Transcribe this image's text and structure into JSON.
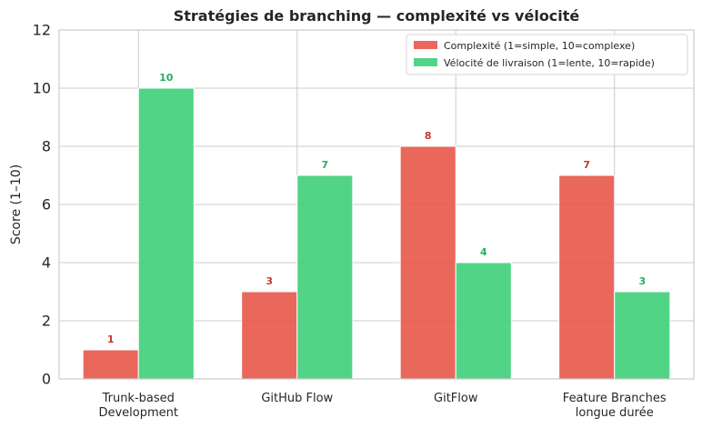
{
  "chart_data": {
    "type": "bar",
    "title": "Stratégies de branching — complexité vs vélocité",
    "xlabel": "",
    "ylabel": "Score (1–10)",
    "ylim": [
      0,
      12
    ],
    "yticks": [
      0,
      2,
      4,
      6,
      8,
      10,
      12
    ],
    "grid": true,
    "legend_position": "top-right",
    "categories": [
      [
        "Trunk-based",
        "Development"
      ],
      [
        "GitHub Flow"
      ],
      [
        "GitFlow"
      ],
      [
        "Feature Branches",
        "longue durée"
      ]
    ],
    "series": [
      {
        "name": "Complexité (1=simple, 10=complexe)",
        "values": [
          1,
          3,
          8,
          7
        ],
        "color": "#e8574a",
        "label_color": "#c0392b"
      },
      {
        "name": "Vélocité de livraison (1=lente, 10=rapide)",
        "values": [
          10,
          7,
          4,
          3
        ],
        "color": "#3fcf7a",
        "label_color": "#27ae60"
      }
    ]
  }
}
